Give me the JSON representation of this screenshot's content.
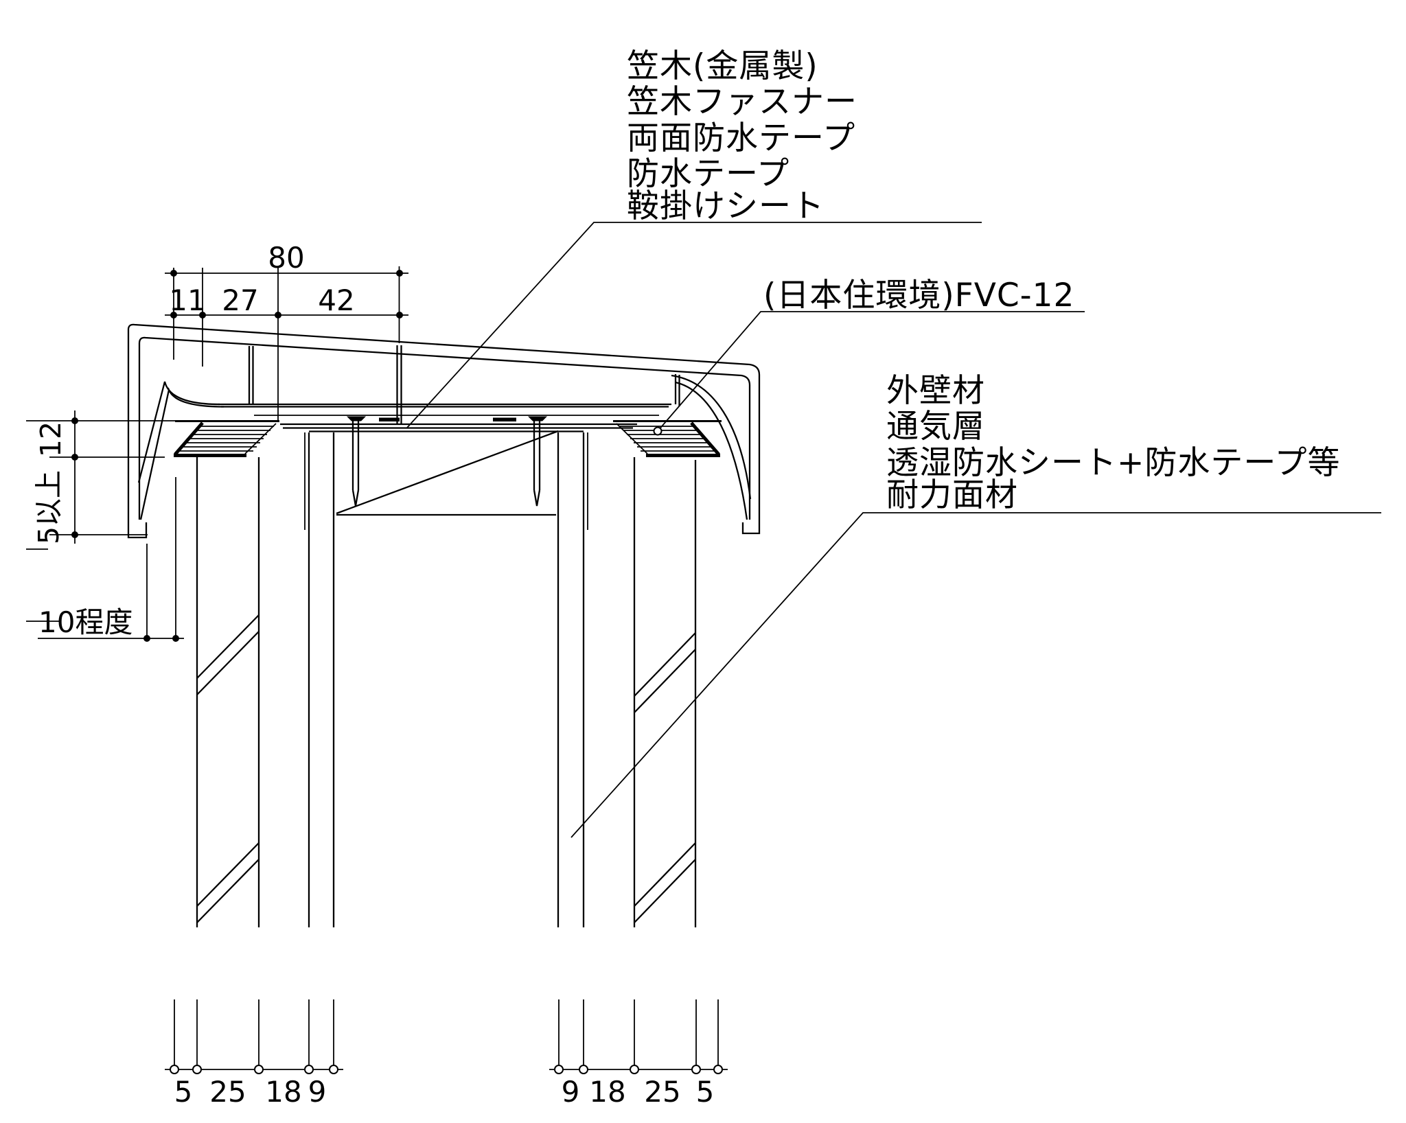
{
  "drawing": {
    "title_hint": "parapet cap (kasagi) section detail",
    "colors": {
      "line": "#000000",
      "background": "#ffffff"
    },
    "callouts_top": [
      "笠木(金属製)",
      "笠木ファスナー",
      "両面防水テープ",
      "防水テープ",
      "鞍掛けシート"
    ],
    "callout_product": "(日本住環境)FVC-12",
    "callouts_right": [
      "外壁材",
      "通気層",
      "透湿防水シート+防水テープ等",
      "耐力面材"
    ],
    "dims": {
      "top_total": "80",
      "top_parts": [
        "11",
        "27",
        "42"
      ],
      "left_thickness": "12",
      "left_min": "5以上",
      "left_clearance": "10程度",
      "bottom_left": [
        "5",
        "25",
        "18",
        "9"
      ],
      "bottom_right": [
        "9",
        "18",
        "25",
        "5"
      ]
    }
  }
}
